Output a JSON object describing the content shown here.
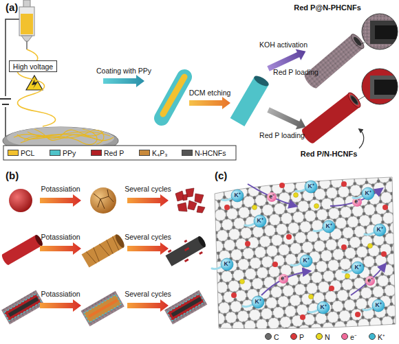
{
  "diagram": {
    "nodes": [
      {
        "text": [
          "High voltage"
        ]
      }
    ],
    "labels": [
      "(a)",
      "Coating with PPy",
      "DCM etching",
      "KOH activation",
      "Red P loading",
      "Red P loading",
      "Red P@N-PHCNFs",
      "Red P/N-HCNFs",
      "(b)",
      "Potassiation",
      "Several cycles",
      "Potassiation",
      "Several cycles",
      "Potassiation",
      "Several cycles",
      "(c)",
      "K⁺",
      "K⁺",
      "K⁺",
      "K⁺",
      "K⁺",
      "K⁺",
      "K⁺",
      "K⁺",
      "K⁺",
      "K⁺",
      "K⁺",
      "K⁺",
      "e⁻",
      "e⁻",
      "e⁻",
      "e⁻"
    ],
    "legend": [
      {
        "text": "PCL",
        "color": "#f2c12e"
      },
      {
        "text": "PPy",
        "color": "#4fc3c9"
      },
      {
        "text": "Red P",
        "color": "#b11f24"
      },
      {
        "text": "K₄P₃",
        "color": "#c98a3c"
      },
      {
        "text": "N-HCNFs",
        "color": "#555555"
      },
      {
        "text": "C",
        "color": "#6b6b6b"
      },
      {
        "text": "P",
        "color": "#d9383a"
      },
      {
        "text": "N",
        "color": "#e8d820"
      },
      {
        "text": "e⁻",
        "color": "#f06a9a"
      },
      {
        "text": "K⁺",
        "color": "#3fb7d0"
      }
    ]
  }
}
